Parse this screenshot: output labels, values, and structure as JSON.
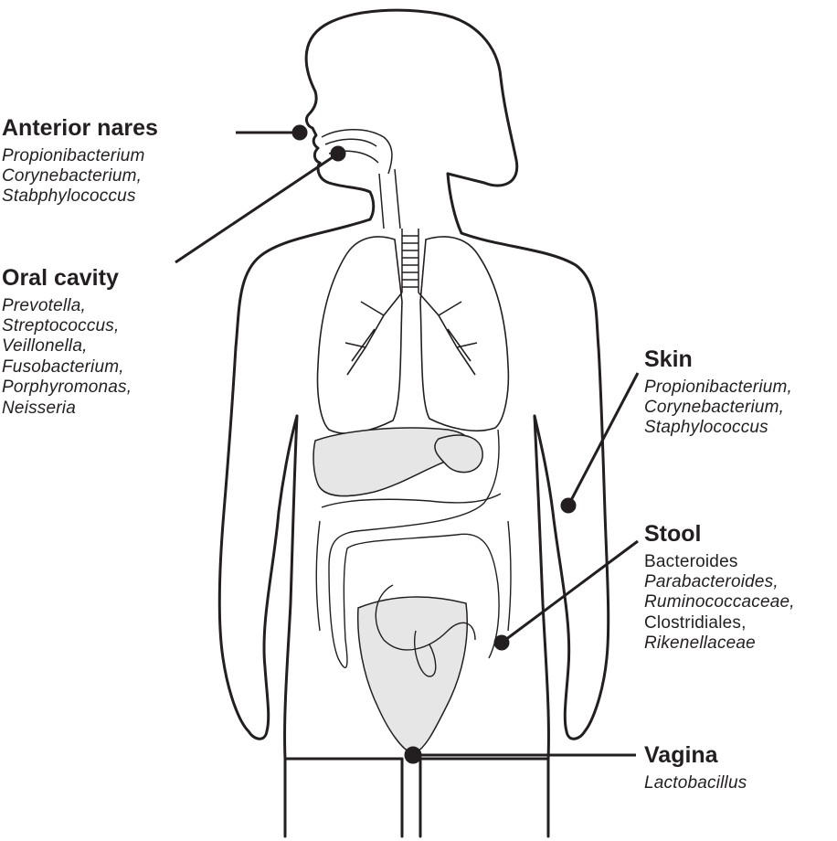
{
  "sites": {
    "anterior_nares": {
      "title": "Anterior nares",
      "genera": [
        {
          "text": "Propionibacterium",
          "italic": true
        },
        {
          "text": "Corynebacterium,",
          "italic": true
        },
        {
          "text": "Stabphylococcus",
          "italic": true
        }
      ]
    },
    "oral_cavity": {
      "title": "Oral cavity",
      "genera": [
        {
          "text": "Prevotella,",
          "italic": true
        },
        {
          "text": "Streptococcus,",
          "italic": true
        },
        {
          "text": "Veillonella,",
          "italic": true
        },
        {
          "text": "Fusobacterium,",
          "italic": true
        },
        {
          "text": "Porphyromonas,",
          "italic": true
        },
        {
          "text": "Neisseria",
          "italic": true
        }
      ]
    },
    "skin": {
      "title": "Skin",
      "genera": [
        {
          "text": "Propionibacterium,",
          "italic": true
        },
        {
          "text": "Corynebacterium,",
          "italic": true
        },
        {
          "text": "Staphylococcus",
          "italic": true
        }
      ]
    },
    "stool": {
      "title": "Stool",
      "genera": [
        {
          "text": "Bacteroides",
          "italic": false
        },
        {
          "text": "Parabacteroides,",
          "italic": true
        },
        {
          "text": "Ruminococcaceae,",
          "italic": true
        },
        {
          "text": "Clostridiales,",
          "italic": false
        },
        {
          "text": "Rikenellaceae",
          "italic": true
        }
      ]
    },
    "vagina": {
      "title": "Vagina",
      "genera": [
        {
          "text": "Lactobacillus",
          "italic": true
        }
      ]
    }
  },
  "colors": {
    "stroke": "#231f20",
    "organ_fill": "#e6e6e6"
  }
}
